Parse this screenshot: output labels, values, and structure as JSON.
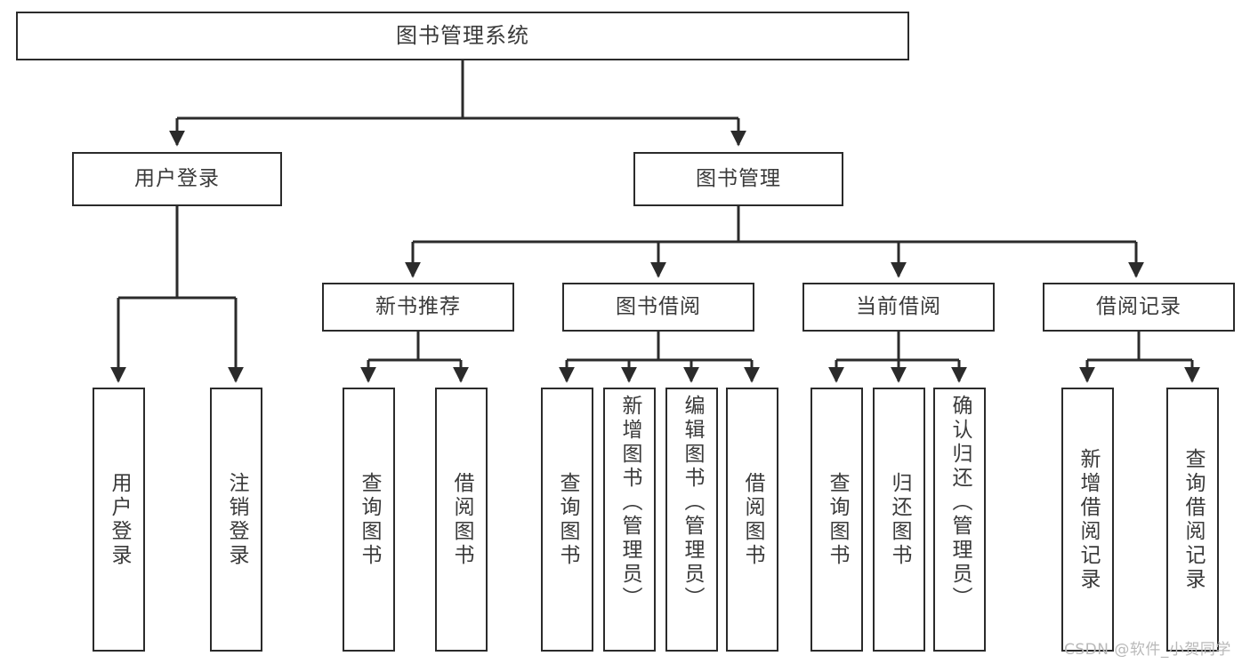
{
  "diagram": {
    "title": "图书管理系统",
    "type": "功能结构图",
    "style": {
      "box_border_color": "#2b2b2b",
      "box_fill": "#ffffff",
      "edge_color": "#2b2b2b",
      "text_color": "#3a3a3a",
      "background": "#ffffff",
      "watermark_color": "#b9b9b9"
    },
    "levels": {
      "level0": [
        "图书管理系统"
      ],
      "level1": [
        "用户登录",
        "图书管理"
      ],
      "level2": [
        "新书推荐",
        "图书借阅",
        "当前借阅",
        "借阅记录"
      ],
      "level3": [
        "用户登录",
        "注销登录",
        "查询图书",
        "借阅图书",
        "查询图书",
        "新增图书（管理员）",
        "编辑图书（管理员）",
        "借阅图书",
        "查询图书",
        "归还图书",
        "确认归还（管理员）",
        "新增借阅记录",
        "查询借阅记录"
      ]
    },
    "nodes": {
      "root": {
        "label": "图书管理系统"
      },
      "user_login": {
        "label": "用户登录"
      },
      "book_manage": {
        "label": "图书管理"
      },
      "new_book_rec": {
        "label": "新书推荐"
      },
      "book_borrow": {
        "label": "图书借阅"
      },
      "current_borrow": {
        "label": "当前借阅"
      },
      "borrow_record": {
        "label": "借阅记录"
      },
      "leaf_user_login": {
        "label": "用户登录"
      },
      "leaf_logout": {
        "label": "注销登录"
      },
      "leaf_query_book_1": {
        "label": "查询图书"
      },
      "leaf_borrow_book_1": {
        "label": "借阅图书"
      },
      "leaf_query_book_2": {
        "label": "查询图书"
      },
      "leaf_add_book": {
        "label": "新增图书（管理员）"
      },
      "leaf_edit_book": {
        "label": "编辑图书（管理员）"
      },
      "leaf_borrow_book_2": {
        "label": "借阅图书"
      },
      "leaf_query_book_3": {
        "label": "查询图书"
      },
      "leaf_return_book": {
        "label": "归还图书"
      },
      "leaf_confirm_return": {
        "label": "确认归还（管理员）"
      },
      "leaf_add_record": {
        "label": "新增借阅记录"
      },
      "leaf_query_record": {
        "label": "查询借阅记录"
      }
    },
    "edges": [
      {
        "from": "root",
        "to": "user_login"
      },
      {
        "from": "root",
        "to": "book_manage"
      },
      {
        "from": "user_login",
        "to": "leaf_user_login"
      },
      {
        "from": "user_login",
        "to": "leaf_logout"
      },
      {
        "from": "book_manage",
        "to": "new_book_rec"
      },
      {
        "from": "book_manage",
        "to": "book_borrow"
      },
      {
        "from": "book_manage",
        "to": "current_borrow"
      },
      {
        "from": "book_manage",
        "to": "borrow_record"
      },
      {
        "from": "new_book_rec",
        "to": "leaf_query_book_1"
      },
      {
        "from": "new_book_rec",
        "to": "leaf_borrow_book_1"
      },
      {
        "from": "book_borrow",
        "to": "leaf_query_book_2"
      },
      {
        "from": "book_borrow",
        "to": "leaf_add_book"
      },
      {
        "from": "book_borrow",
        "to": "leaf_edit_book"
      },
      {
        "from": "book_borrow",
        "to": "leaf_borrow_book_2"
      },
      {
        "from": "current_borrow",
        "to": "leaf_query_book_3"
      },
      {
        "from": "current_borrow",
        "to": "leaf_return_book"
      },
      {
        "from": "current_borrow",
        "to": "leaf_confirm_return"
      },
      {
        "from": "borrow_record",
        "to": "leaf_add_record"
      },
      {
        "from": "borrow_record",
        "to": "leaf_query_record"
      }
    ]
  },
  "watermark": {
    "text": "CSDN @软件_小贺同学"
  }
}
